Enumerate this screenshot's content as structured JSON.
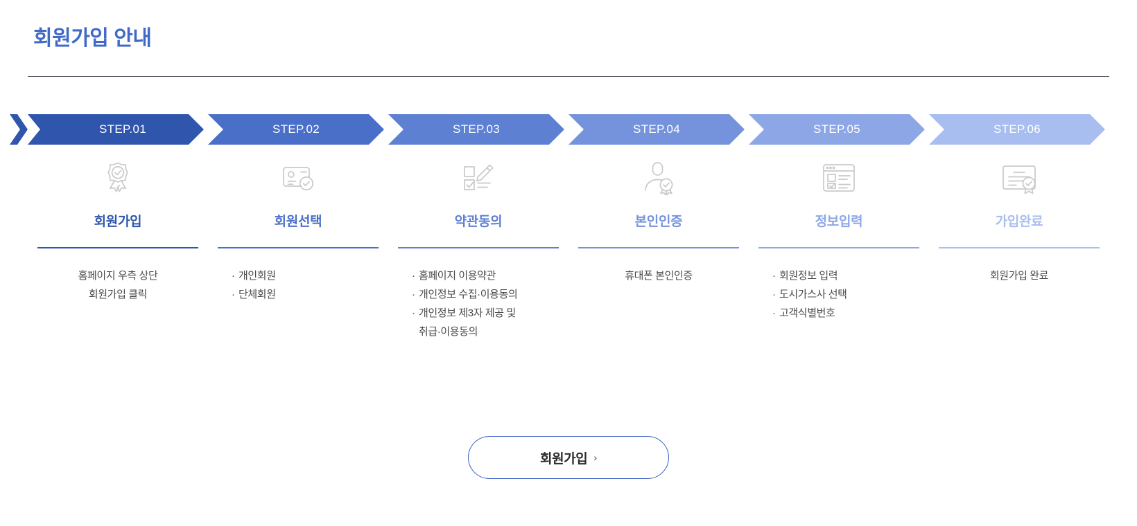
{
  "header": {
    "title": "회원가입 안내"
  },
  "colors": {
    "title_blue": "#4069c8",
    "step_shades": [
      "#2f55ad",
      "#4a6fc8",
      "#5e80d3",
      "#7593dc",
      "#8da7e6",
      "#a8bdf0"
    ],
    "label_shades": [
      "#2f55ad",
      "#4a6fc8",
      "#5e80d3",
      "#7593dc",
      "#8da7e6",
      "#a8bdf0"
    ],
    "icon_grey": "#c9c9c9",
    "desc_grey": "#4a4a4a",
    "cta_border": "#3a5fc0"
  },
  "steps": [
    {
      "badge": "STEP.01",
      "icon": "award-badge-check-icon",
      "name": "회원가입",
      "desc_align": "center",
      "lines": [
        {
          "text": "홈페이지 우측 상단",
          "bullet": false,
          "cont": false
        },
        {
          "text": "회원가입 클릭",
          "bullet": false,
          "cont": false
        }
      ]
    },
    {
      "badge": "STEP.02",
      "icon": "id-card-check-icon",
      "name": "회원선택",
      "desc_align": "bullets",
      "lines": [
        {
          "text": "개인회원",
          "bullet": true,
          "cont": false
        },
        {
          "text": "단체회원",
          "bullet": true,
          "cont": false
        }
      ]
    },
    {
      "badge": "STEP.03",
      "icon": "checklist-pen-icon",
      "name": "약관동의",
      "desc_align": "bullets",
      "lines": [
        {
          "text": "홈페이지 이용약관",
          "bullet": true,
          "cont": false
        },
        {
          "text": "개인정보 수집·이용동의",
          "bullet": true,
          "cont": false
        },
        {
          "text": "개인정보 제3자 제공 및",
          "bullet": true,
          "cont": false
        },
        {
          "text": "취급·이용동의",
          "bullet": false,
          "cont": true
        }
      ]
    },
    {
      "badge": "STEP.04",
      "icon": "user-verified-icon",
      "name": "본인인증",
      "desc_align": "center",
      "lines": [
        {
          "text": "휴대폰 본인인증",
          "bullet": false,
          "cont": false
        }
      ]
    },
    {
      "badge": "STEP.05",
      "icon": "form-window-icon",
      "name": "정보입력",
      "desc_align": "bullets",
      "lines": [
        {
          "text": "회원정보 입력",
          "bullet": true,
          "cont": false
        },
        {
          "text": "도시가스사 선택",
          "bullet": true,
          "cont": false
        },
        {
          "text": "고객식별번호",
          "bullet": true,
          "cont": false
        }
      ]
    },
    {
      "badge": "STEP.06",
      "icon": "certificate-seal-icon",
      "name": "가입완료",
      "desc_align": "center",
      "lines": [
        {
          "text": "회원가입 완료",
          "bullet": false,
          "cont": false
        }
      ]
    }
  ],
  "cta": {
    "label": "회원가입",
    "chevron": "›"
  }
}
